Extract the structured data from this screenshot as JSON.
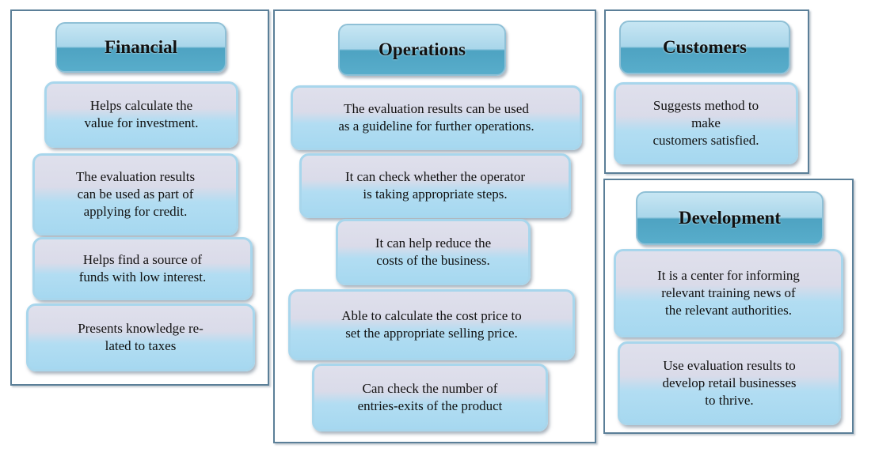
{
  "financial": {
    "title": "Financial",
    "items": [
      "Helps calculate  the\nvalue for investment.",
      "The evaluation results\ncan be used as part of\napplying for credit.",
      "Helps find a source of\nfunds with low interest.",
      "Presents knowledge re-\nlated to taxes"
    ]
  },
  "operations": {
    "title": "Operations",
    "items": [
      "The evaluation  results can be used\nas a guideline  for further operations.",
      "It can check whether the operator\nis taking appropriate  steps.",
      "It can help reduce the\ncosts of the business.",
      "Able to calculate  the cost price to\nset the appropriate  selling  price.",
      "Can check the number of\nentries-exits of the product"
    ]
  },
  "customers": {
    "title": "Customers",
    "items": [
      "Suggests method to\nmake\ncustomers satisfied."
    ]
  },
  "development": {
    "title": "Development",
    "items": [
      "It is a center for informing\nrelevant training news of\nthe relevant authorities.",
      "Use evaluation results to\ndevelop retail businesses\nto thrive."
    ]
  }
}
